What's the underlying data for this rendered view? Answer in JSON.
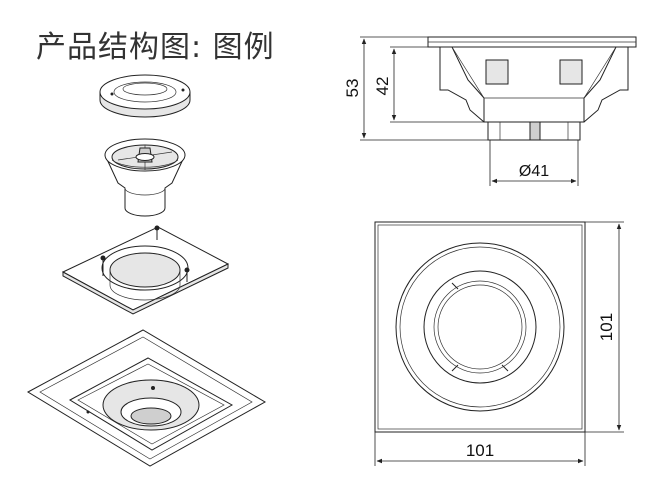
{
  "title": "产品结构图: 图例",
  "dimensions": {
    "total_height": "53",
    "body_height": "42",
    "outlet_diameter": "Ø41",
    "width": "101",
    "height": "101"
  }
}
